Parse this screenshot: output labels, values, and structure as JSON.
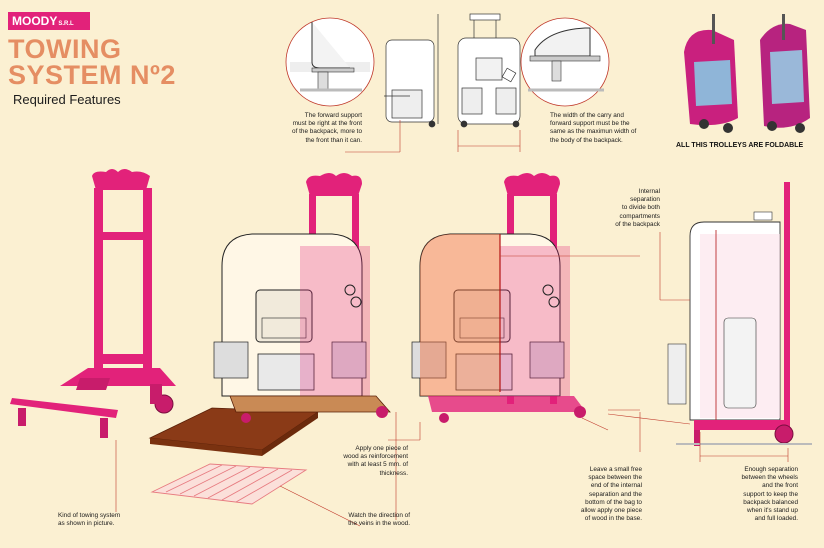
{
  "brand": {
    "name": "MOODY",
    "suffix": "S.R.L"
  },
  "title": {
    "line1": "TOWING",
    "line2": "SYSTEM Nº2"
  },
  "subtitle": "Required Features",
  "notes": {
    "forward_support": "The forward support\nmust be right at the front\nof the backpack, more to\nthe front than it can.",
    "width": "The width of the carry and\nforward support must be the\nsame as the maximun width of\nthe body of the backpack.",
    "internal": "Internal\nseparation\nto divide both\ncompartments\nof the backpack",
    "wood": "Apply one piece of\nwood as reinforcement\nwith at least 5 mm. of\nthickness.",
    "veins": "Watch the direction of\nthe veins in the wood.",
    "towing": "Kind of towing system\nas shown in picture.",
    "free_space": "Leave a small free\nspace between the\nend of the internal\nseparation and the\nbottom of the bag to\nallow apply one piece\nof wood in the base.",
    "separation": "Enough separation\nbetween the wheels\nand the front\nsupport to keep the\nbackpack balanced\nwhen it's stand up\nand full loaded."
  },
  "photo_caption": "ALL THIS TROLLEYS ARE FOLDABLE",
  "colors": {
    "accent": "#e2227a",
    "title": "#e58e63",
    "background": "#fbf0d2",
    "wood": "#8a3a17"
  }
}
